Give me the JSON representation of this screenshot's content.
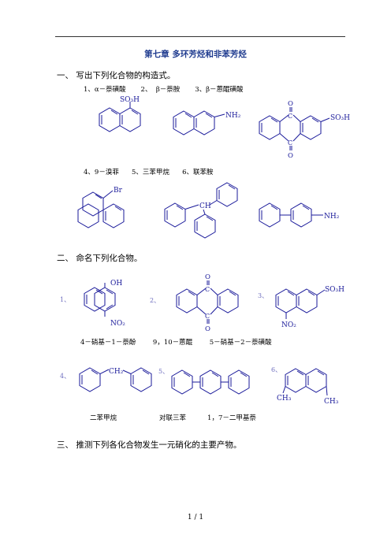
{
  "title": "第七章  多环芳烃和非苯芳烃",
  "sections": [
    {
      "label": "一、   写出下列化合物的构造式。"
    },
    {
      "label": "二、   命名下列化合物。"
    },
    {
      "label": "三、   推测下列各化合物发生一元硝化的主要产物。"
    }
  ],
  "part1_items_row1": "1、α－萘磺酸       2、  β－萘胺       3、β－蒽醌磺酸",
  "part1_items_row2": "4、9－溴菲      5、三苯甲烷      6、联苯胺",
  "part2_names_row1": "4－硝基－1－萘酚        9，10－蒽醌        5－硝基－2－萘磺酸",
  "part2_names_row2": "二苯甲烷                    对联三苯          1，7－二甲基萘",
  "labels": {
    "so3h": "SO₃H",
    "nh2": "NH₂",
    "o": "O",
    "c": "C",
    "br": "Br",
    "ch": "CH",
    "oh": "OH",
    "no2": "NO₂",
    "ch2": "CH₂",
    "ch3": "CH₃"
  },
  "numbers": [
    "1、",
    "2、",
    "3、",
    "4、",
    "5、",
    "6、"
  ],
  "footer": "1 / 1"
}
